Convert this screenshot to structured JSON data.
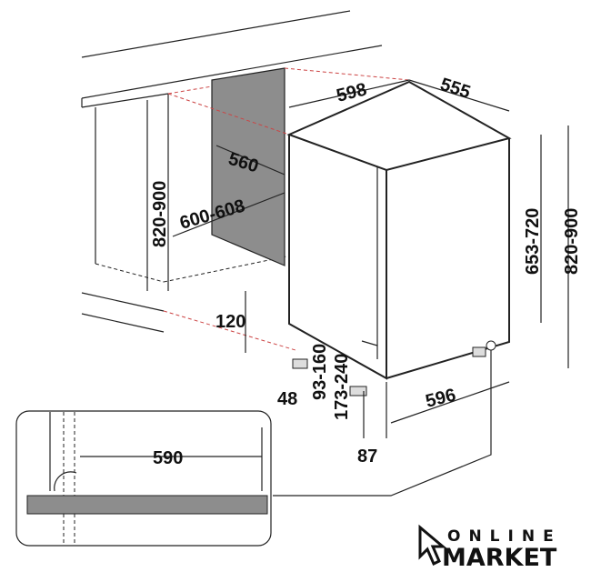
{
  "dimensions": {
    "niche_height": "820-900",
    "niche_width": "600-608",
    "niche_depth": "560",
    "appliance_width": "598",
    "appliance_depth": "555",
    "appliance_height": "653-720",
    "total_height": "820-900",
    "plinth_height": "120",
    "foot_offset": "48",
    "plinth_range_1": "93-160",
    "plinth_range_2": "173-240",
    "front_width": "596",
    "door_offset": "87",
    "inset_width": "590"
  },
  "logo": {
    "line1": "ONLINE",
    "line2": "MARKET"
  }
}
